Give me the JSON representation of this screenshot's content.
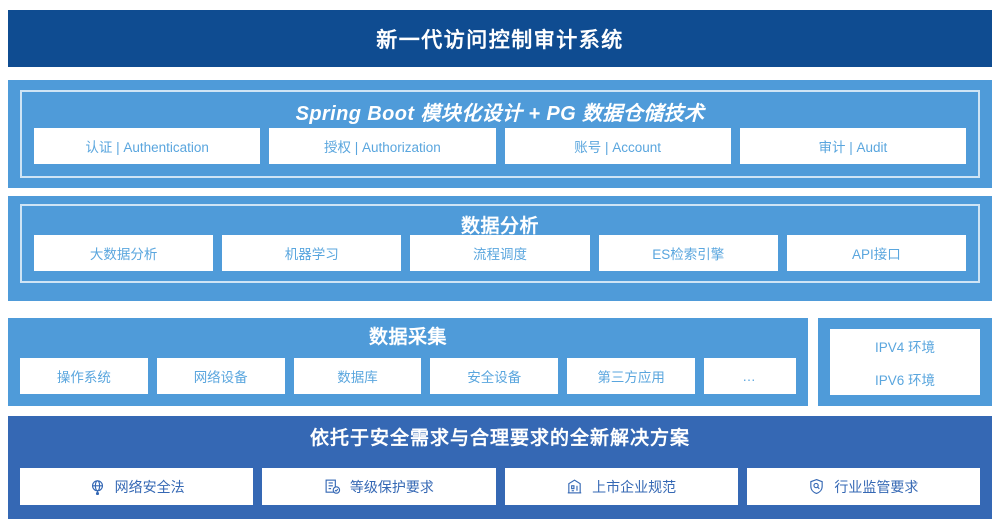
{
  "header": {
    "title": "新一代访问控制审计系统",
    "bg_color": "#0f4c91"
  },
  "theme": {
    "panel_blue": "#4f9bd9",
    "banner_blue": "#3568b4",
    "card_text_blue": "#5aa6de",
    "frame_white": "#cfe4f5"
  },
  "sections": {
    "application": {
      "heading": "Spring Boot 模块化设计 + PG 数据仓储技术",
      "cards": [
        {
          "label": "认证 | Authentication"
        },
        {
          "label": "授权 | Authorization"
        },
        {
          "label": "账号 | Account"
        },
        {
          "label": "审计 | Audit"
        }
      ]
    },
    "analysis": {
      "heading": "数据分析",
      "cards": [
        {
          "label": "大数据分析"
        },
        {
          "label": "机器学习"
        },
        {
          "label": "流程调度"
        },
        {
          "label": "ES检索引擎"
        },
        {
          "label": "API接口"
        }
      ]
    },
    "collection": {
      "heading": "数据采集",
      "cards": [
        {
          "label": "操作系统"
        },
        {
          "label": "网络设备"
        },
        {
          "label": "数据库"
        },
        {
          "label": "安全设备"
        },
        {
          "label": "第三方应用"
        },
        {
          "label": "…"
        }
      ]
    },
    "environments": {
      "cards": [
        {
          "label": "IPV4 环境"
        },
        {
          "label": "IPV6 环境"
        }
      ]
    },
    "solution": {
      "heading": "依托于安全需求与合理要求的全新解决方案",
      "cards": [
        {
          "label": "网络安全法",
          "icon": "globe-icon"
        },
        {
          "label": "等级保护要求",
          "icon": "document-check-icon"
        },
        {
          "label": "上市企业规范",
          "icon": "bank-building-icon"
        },
        {
          "label": "行业监管要求",
          "icon": "shield-search-icon"
        }
      ]
    }
  }
}
